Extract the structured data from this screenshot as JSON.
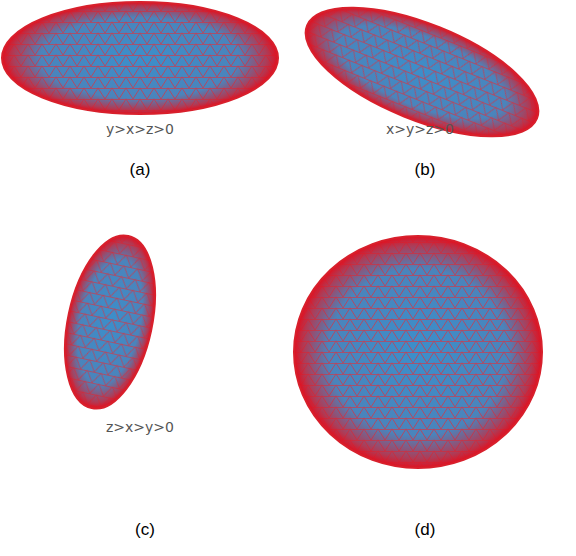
{
  "diagram": {
    "labels": [
      "y>x>z>0",
      "(a)",
      "x>y>z>0",
      "(b)",
      "z>x>y>0",
      "(c)",
      "(d)"
    ]
  }
}
